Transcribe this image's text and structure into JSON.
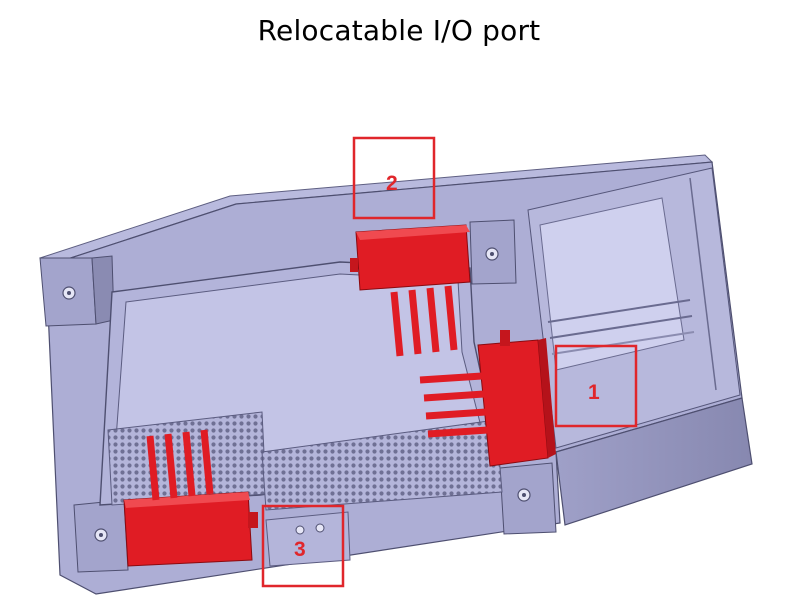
{
  "title": "Relocatable I/O port",
  "callouts": [
    {
      "label": "1"
    },
    {
      "label": "2"
    },
    {
      "label": "3"
    }
  ],
  "colors": {
    "chassis_top": "#adaed5",
    "chassis_side": "#8e8fb8",
    "chassis_front": "#7a7b9f",
    "panel": "#c3c4e6",
    "io_module": "#e01c24",
    "callout": "#e0262b"
  }
}
